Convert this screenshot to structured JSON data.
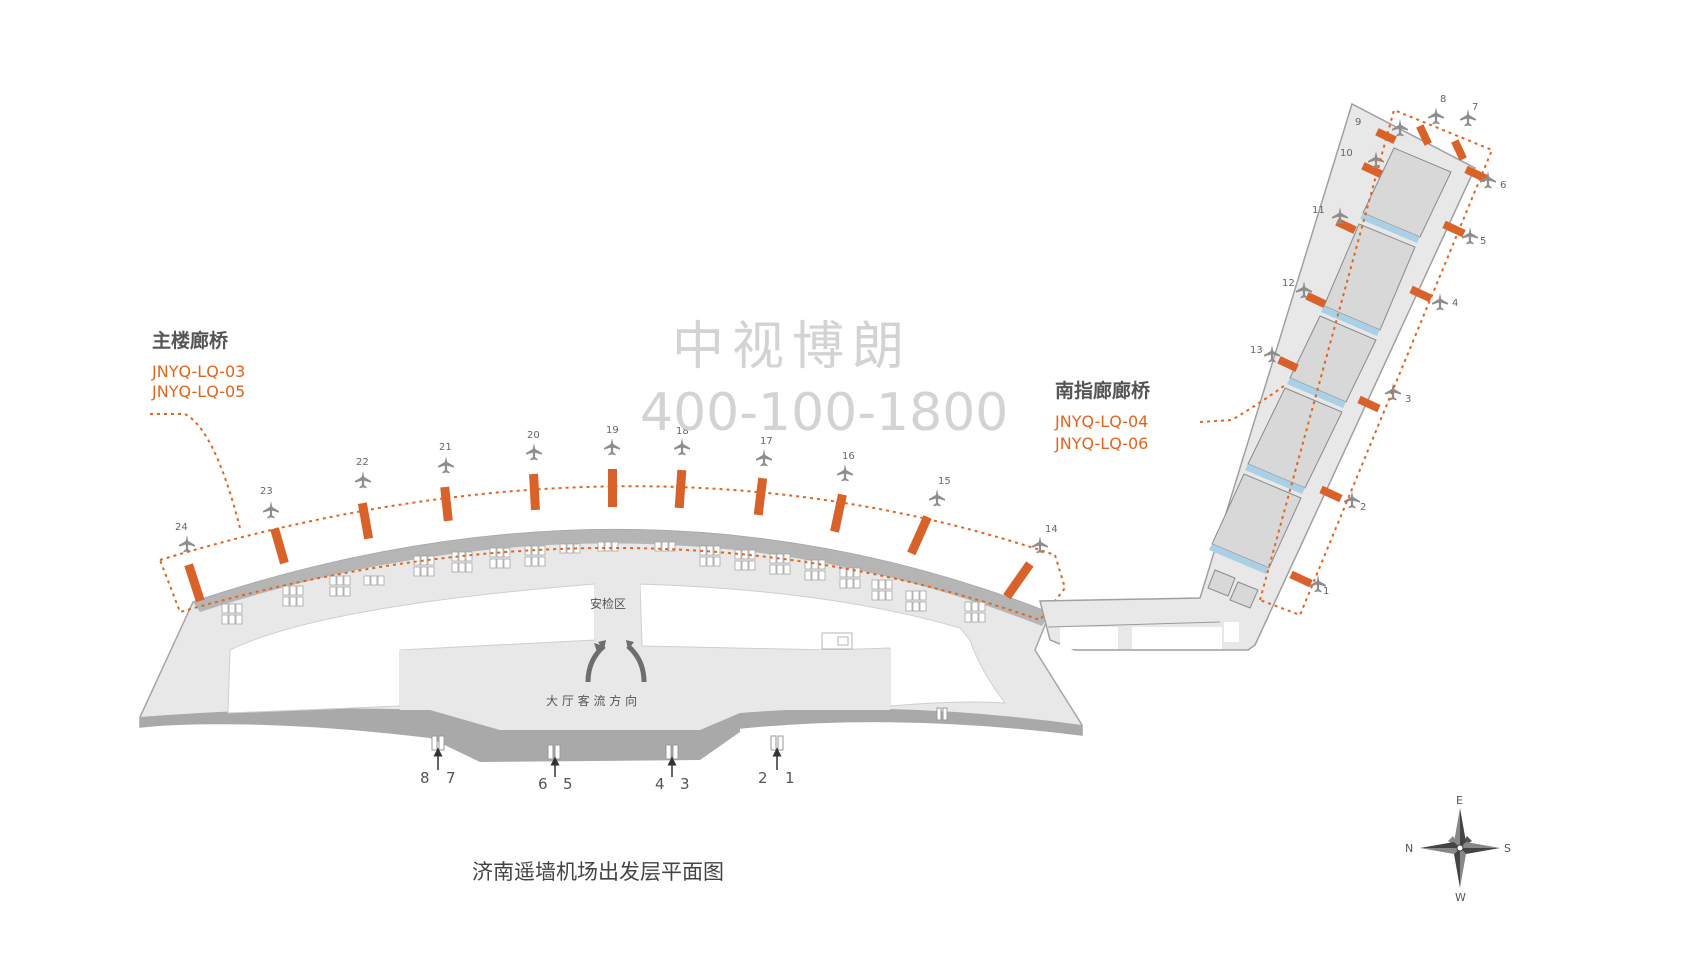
{
  "watermark": {
    "brand": "中视博朗",
    "phone": "400-100-1800"
  },
  "main_section": {
    "title": "主楼廊桥",
    "codes": [
      "JNYQ-LQ-03",
      "JNYQ-LQ-05"
    ]
  },
  "south_section": {
    "title": "南指廊廊桥",
    "codes": [
      "JNYQ-LQ-04",
      "JNYQ-LQ-06"
    ]
  },
  "security_label": "安检区",
  "flow_label": "大 厅 客 流 方 向",
  "caption": "济南遥墙机场出发层平面图",
  "main_gates": [
    "24",
    "23",
    "22",
    "21",
    "20",
    "19",
    "18",
    "17",
    "16",
    "15",
    "14"
  ],
  "south_gates": [
    "1",
    "2",
    "3",
    "4",
    "5",
    "6",
    "7",
    "8",
    "9",
    "10",
    "11",
    "12",
    "13"
  ],
  "entrance_numbers": [
    "8",
    "7",
    "6",
    "5",
    "4",
    "3",
    "2",
    "1"
  ],
  "compass": {
    "E": "E",
    "S": "S",
    "W": "W",
    "N": "N"
  },
  "colors": {
    "accent": "#e2651e",
    "bridge": "#d9622b",
    "floor": "#e9e9e9",
    "wall": "#9b9b9b",
    "glass": "#a9d0e6"
  }
}
